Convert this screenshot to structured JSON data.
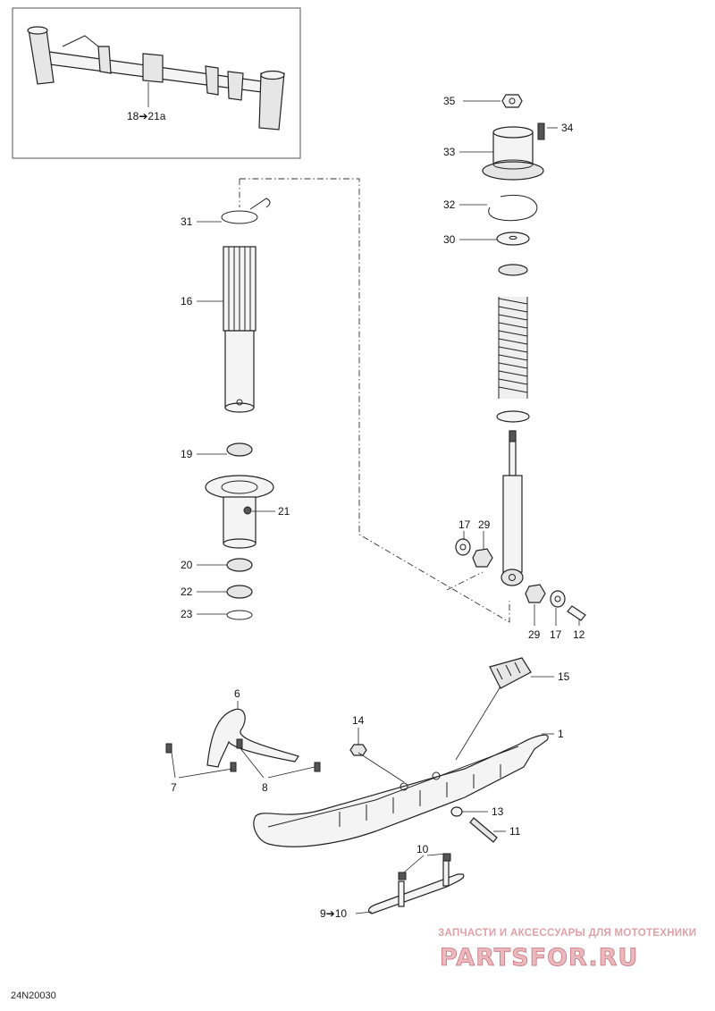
{
  "diagram_code": "24N20030",
  "watermark": {
    "subtitle": "ЗАПЧАСТИ И АКСЕССУАРЫ ДЛЯ МОТОТЕХНИКИ",
    "brand": "PARTSFOR.RU"
  },
  "callouts": {
    "c18_21a": "18➔21a",
    "c35": "35",
    "c34": "34",
    "c33": "33",
    "c32": "32",
    "c30": "30",
    "c31": "31",
    "c16": "16",
    "c19": "19",
    "c21": "21",
    "c20": "20",
    "c22": "22",
    "c23": "23",
    "c17a": "17",
    "c29a": "29",
    "c29b": "29",
    "c17b": "17",
    "c12": "12",
    "c15": "15",
    "c6": "6",
    "c14": "14",
    "c1": "1",
    "c7": "7",
    "c8": "8",
    "c13": "13",
    "c11": "11",
    "c10": "10",
    "c9_10": "9➔10"
  }
}
